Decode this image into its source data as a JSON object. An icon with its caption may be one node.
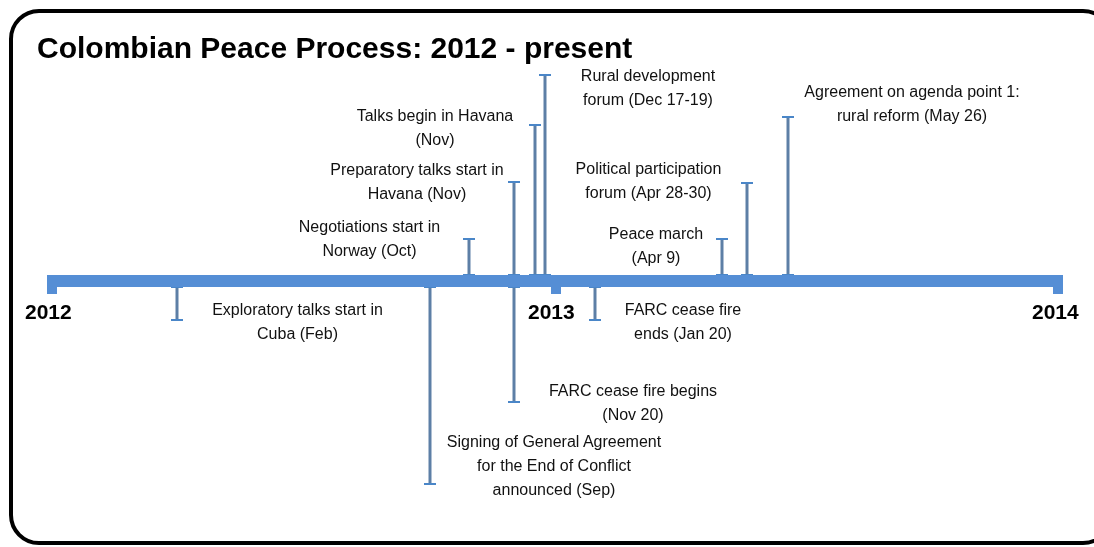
{
  "diagram": {
    "title": "Colombian Peace Process: 2012 - present",
    "nodes": [
      {
        "text": [],
        "shape": "bar"
      },
      {
        "text": [
          "Exploratory talks start in Cuba (Feb)"
        ]
      },
      {
        "text": [
          "Signing of General Agreement for the End of Conflict announced (Sep)"
        ]
      },
      {
        "text": [
          "Negotiations start in Norway (Oct)"
        ]
      },
      {
        "text": [
          "Preparatory talks start in Havana (Nov)"
        ]
      },
      {
        "text": [
          "FARC cease fire begins (Nov 20)"
        ]
      },
      {
        "text": [
          "Talks begin in Havana (Nov)"
        ]
      },
      {
        "text": [
          "Rural development forum (Dec 17-19)"
        ]
      },
      {
        "text": [
          "FARC cease fire ends (Jan 20)"
        ]
      },
      {
        "text": [
          "Peace march (Apr 9)"
        ]
      },
      {
        "text": [
          "Political participation forum (Apr 28-30)"
        ]
      },
      {
        "text": [
          "Agreement on agenda point 1: rural reform (May 26)"
        ]
      }
    ],
    "edges": [
      {
        "from": 1,
        "to": 0,
        "arrow": "other"
      },
      {
        "from": 2,
        "to": 0,
        "arrow": "other"
      },
      {
        "from": 3,
        "to": 0,
        "arrow": "other"
      },
      {
        "from": 4,
        "to": 0,
        "arrow": "other"
      },
      {
        "from": 5,
        "to": 0,
        "arrow": "other"
      },
      {
        "from": 6,
        "to": 0,
        "arrow": "other"
      },
      {
        "from": 7,
        "to": 0,
        "arrow": "other"
      },
      {
        "from": 8,
        "to": 0,
        "arrow": "other"
      },
      {
        "from": 9,
        "to": 0,
        "arrow": "other"
      },
      {
        "from": 10,
        "to": 0,
        "arrow": "other"
      },
      {
        "from": 11,
        "to": 0,
        "arrow": "other"
      }
    ],
    "labels": [
      "2012",
      "2013",
      "2014"
    ]
  }
}
